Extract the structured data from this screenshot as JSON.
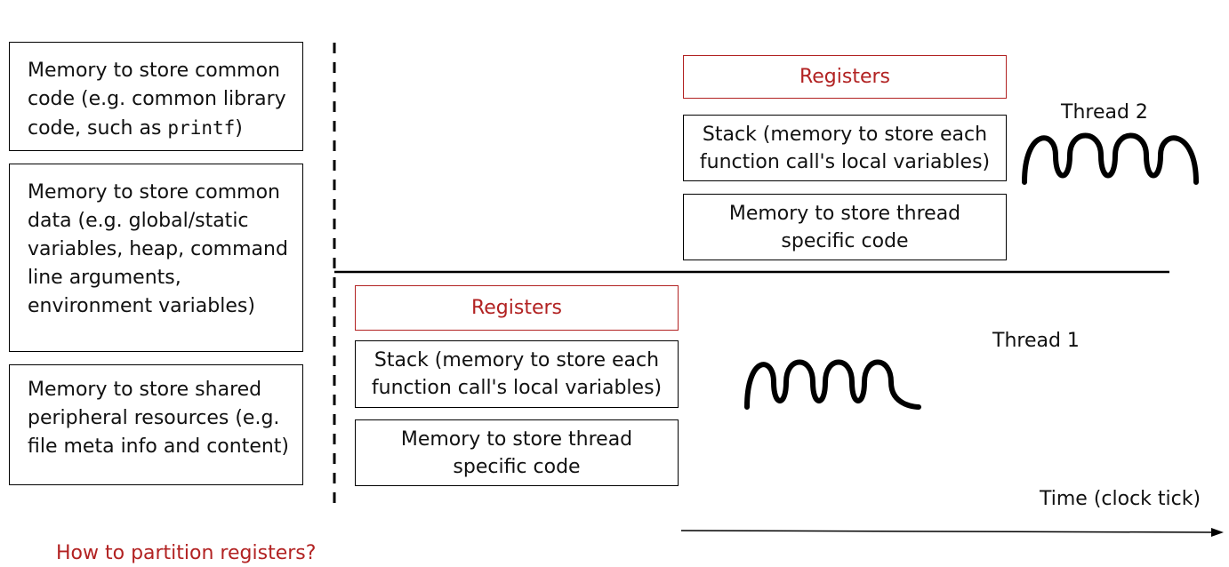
{
  "shared": {
    "code_prefix": "Memory to store common code (e.g. common library code, such as ",
    "code_mono": "printf",
    "code_suffix": ")",
    "data": "Memory to store common data (e.g. global/static variables, heap, command line arguments, environment variables)",
    "peripheral": "Memory to store shared peripheral resources (e.g. file meta info and content)"
  },
  "thread1": {
    "label": "Thread 1",
    "registers": "Registers",
    "stack": "Stack (memory to store each function call's local variables)",
    "code": "Memory to store thread specific code"
  },
  "thread2": {
    "label": "Thread 2",
    "registers": "Registers",
    "stack": "Stack (memory to store each function call's local variables)",
    "code": "Memory to store thread specific code"
  },
  "time_label": "Time (clock tick)",
  "question": "How to partition registers?",
  "colors": {
    "accent": "#b22222",
    "line": "#000000"
  },
  "icons": [
    "thread-wave-icon",
    "time-arrow-icon"
  ]
}
